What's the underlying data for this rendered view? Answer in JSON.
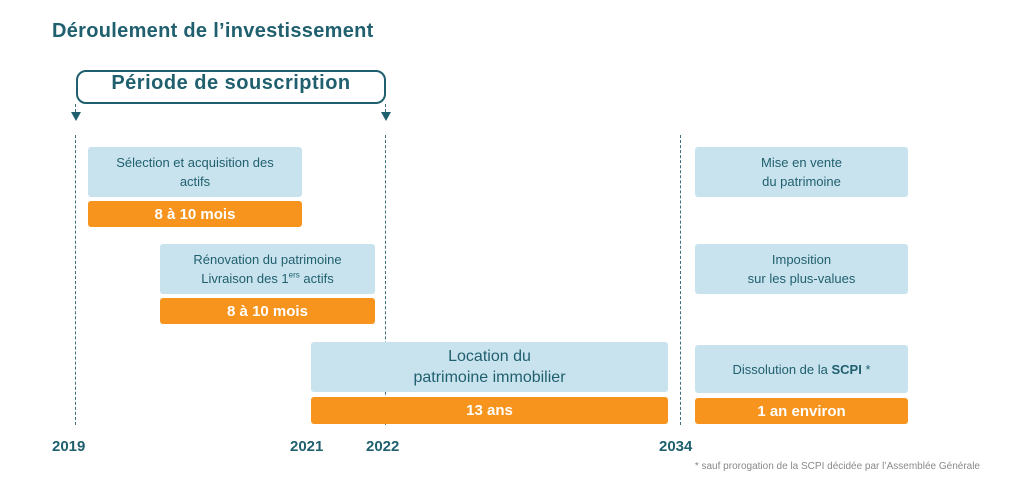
{
  "title": "Déroulement de l’investissement",
  "period": {
    "label": "Période de souscription"
  },
  "phases": {
    "selection": {
      "line1": "Sélection et acquisition des",
      "line2": "actifs",
      "duration": "8 à 10 mois"
    },
    "renovation": {
      "line1": "Rénovation du patrimoine",
      "line2_pre": "Livraison des 1",
      "line2_sup": "ers",
      "line2_post": " actifs",
      "duration": "8 à 10 mois"
    },
    "location": {
      "line1": "Location du",
      "line2": "patrimoine immobilier",
      "duration": "13 ans"
    },
    "vente": {
      "line1": "Mise en vente",
      "line2": "du patrimoine"
    },
    "imposition": {
      "line1": "Imposition",
      "line2": "sur les plus-values"
    },
    "dissolution": {
      "text_pre": "Dissolution de la ",
      "text_bold": "SCPI",
      "text_post": " *",
      "duration": "1 an environ"
    }
  },
  "years": [
    "2019",
    "2021",
    "2022",
    "2034"
  ],
  "footnote": "* sauf prorogation de la SCPI décidée par l’Assemblée Générale",
  "colors": {
    "title": "#1f5f6e",
    "box": "#c9e3ee",
    "bar": "#f7941d"
  }
}
